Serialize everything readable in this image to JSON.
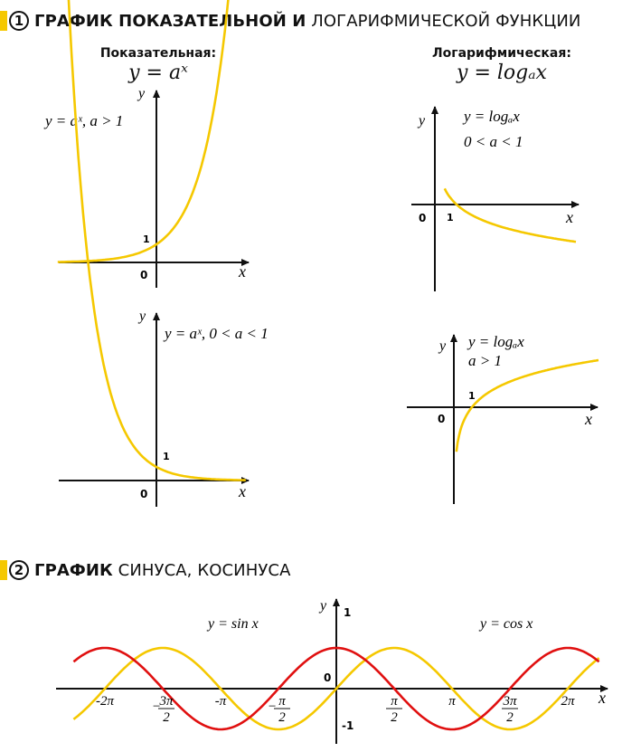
{
  "section1": {
    "number": "1",
    "title_bold": "ГРАФИК ПОКАЗАТЕЛЬНОЙ  И",
    "title_light": "ЛОГАРИФМИЧЕСКОЙ ФУНКЦИИ",
    "left_heading": "Показательная:",
    "left_formula": "y = aˣ",
    "right_heading": "Логарифмическая:",
    "right_formula": "y = logₐx",
    "graph1": {
      "label_main": "y = aˣ, a > 1",
      "axis_x": "x",
      "axis_y": "y",
      "origin": "0",
      "tick": "1"
    },
    "graph2": {
      "label_main": "y = aˣ, 0 < a < 1",
      "axis_x": "x",
      "axis_y": "y",
      "origin": "0",
      "tick": "1"
    },
    "graph3": {
      "label_line1": "y = logₐx",
      "label_line2": "0 < a < 1",
      "axis_x": "x",
      "axis_y": "y",
      "origin": "0",
      "tick": "1"
    },
    "graph4": {
      "label_line1": "y = logₐx",
      "label_line2": "a > 1",
      "axis_x": "x",
      "axis_y": "y",
      "origin": "0",
      "tick": "1"
    }
  },
  "section2": {
    "number": "2",
    "title_bold": "ГРАФИК",
    "title_light": "СИНУСА, КОСИНУСА",
    "graph": {
      "sin_label": "y = sin x",
      "cos_label": "y = cos x",
      "axis_x": "x",
      "axis_y": "y",
      "origin": "0",
      "y_tick_pos": "1",
      "y_tick_neg": "-1",
      "x_ticks": [
        "-2π",
        "-3π/2",
        "-π",
        "-π/2",
        "π/2",
        "π",
        "3π/2",
        "2π"
      ]
    }
  },
  "colors": {
    "accent": "#f5c800",
    "sin": "#f5c800",
    "cos": "#e01010",
    "curve": "#f5c800"
  }
}
